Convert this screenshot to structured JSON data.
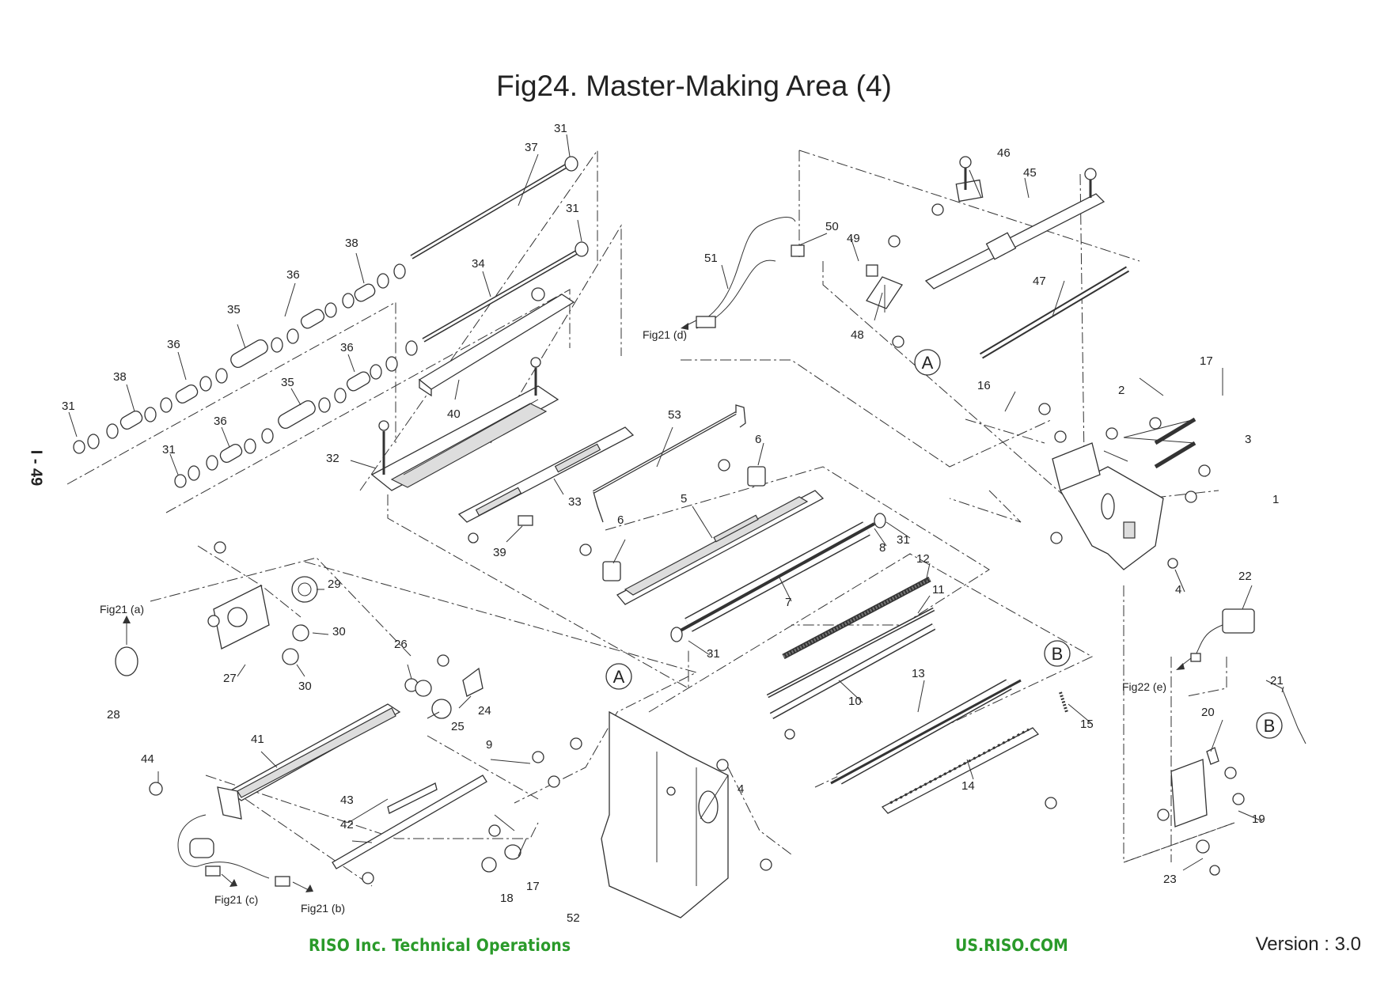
{
  "page": {
    "title": "Fig24. Master-Making Area (4)",
    "page_number": "I - 49",
    "footer_left": "RISO Inc. Technical Operations",
    "footer_center": "US.RISO.COM",
    "footer_version": "Version : 3.0",
    "accent_color": "#2a9a2a"
  },
  "callouts": {
    "c1": "1",
    "c2": "2",
    "c3": "3",
    "c4a": "4",
    "c4b": "4",
    "c5": "5",
    "c6a": "6",
    "c6b": "6",
    "c7": "7",
    "c8": "8",
    "c9": "9",
    "c10": "10",
    "c11": "11",
    "c12": "12",
    "c13": "13",
    "c14": "14",
    "c15": "15",
    "c16": "16",
    "c17a": "17",
    "c17b": "17",
    "c18": "18",
    "c19": "19",
    "c20": "20",
    "c21": "21",
    "c22": "22",
    "c23": "23",
    "c24": "24",
    "c25": "25",
    "c26": "26",
    "c27": "27",
    "c28": "28",
    "c29": "29",
    "c30a": "30",
    "c30b": "30",
    "c31a": "31",
    "c31b": "31",
    "c31c": "31",
    "c31d": "31",
    "c31e": "31",
    "c31f": "31",
    "c32": "32",
    "c33": "33",
    "c34": "34",
    "c35a": "35",
    "c35b": "35",
    "c36a": "36",
    "c36b": "36",
    "c36c": "36",
    "c36d": "36",
    "c37": "37",
    "c38a": "38",
    "c38b": "38",
    "c39": "39",
    "c40": "40",
    "c41": "41",
    "c42": "42",
    "c43": "43",
    "c44": "44",
    "c45": "45",
    "c46": "46",
    "c47": "47",
    "c48": "48",
    "c49": "49",
    "c50": "50",
    "c51": "51",
    "c52": "52",
    "c53": "53"
  },
  "references": {
    "fig21a": "Fig21 (a)",
    "fig21b": "Fig21 (b)",
    "fig21c": "Fig21 (c)",
    "fig21d": "Fig21 (d)",
    "fig22e": "Fig22 (e)"
  },
  "markers": {
    "A": "A",
    "B": "B"
  }
}
